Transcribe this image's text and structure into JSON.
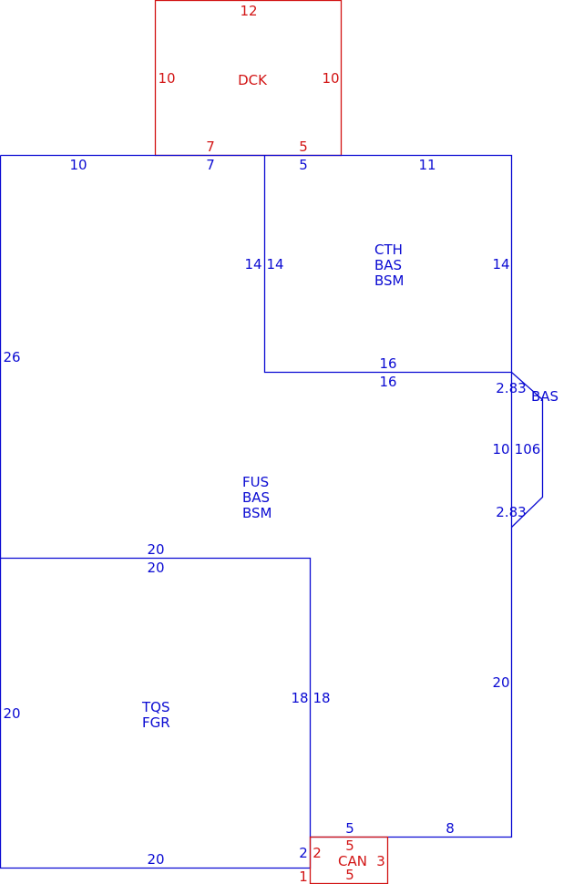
{
  "colors": {
    "structure": "#0a0ad2",
    "addition": "#d21414",
    "background": "#ffffff"
  },
  "areas": {
    "dck": {
      "name": "DCK"
    },
    "cth": {
      "codes": [
        "CTH",
        "BAS",
        "BSM"
      ]
    },
    "fus": {
      "codes": [
        "FUS",
        "BAS",
        "BSM"
      ]
    },
    "bay": {
      "name": "BAS"
    },
    "tqs": {
      "codes": [
        "TQS",
        "FGR"
      ]
    },
    "can": {
      "name": "CAN"
    }
  },
  "dimensions": {
    "dck_top": "12",
    "dck_left": "10",
    "dck_right": "10",
    "dck_bottom_left": "7",
    "dck_bottom_right": "5",
    "main_top_left": "10",
    "main_top_mid": "7",
    "main_top_cth": "5",
    "main_top_right": "11",
    "main_left": "26",
    "cth_left_outer": "14",
    "cth_left_inner": "14",
    "cth_right": "14",
    "cth_bottom_outer": "16",
    "cth_bottom_inner": "16",
    "bay_top_angle": "2.83",
    "bay_side_left": "10",
    "bay_side_right": "106",
    "bay_bottom_angle": "2.83",
    "fus_right": "20",
    "fus_bottom_left": "5",
    "fus_bottom_right": "8",
    "tqs_top_outer": "20",
    "tqs_top_inner": "20",
    "tqs_left": "20",
    "tqs_right_outer": "18",
    "tqs_right_inner": "18",
    "tqs_bottom": "20",
    "step_blue": "2",
    "step_red": "1",
    "can_top": "5",
    "can_left": "2",
    "can_right": "3",
    "can_bottom": "5"
  }
}
